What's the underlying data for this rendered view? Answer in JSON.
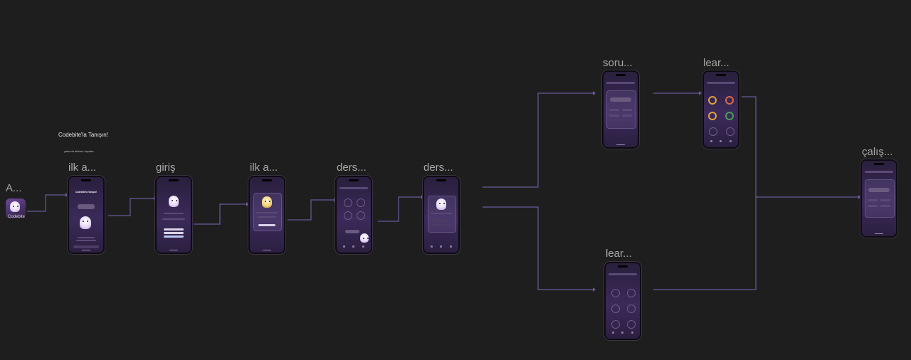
{
  "canvas": {
    "frame_labels": [
      "A...",
      "ilk a...",
      "giriş",
      "ilk a...",
      "ders...",
      "ders...",
      "soru...",
      "lear...",
      "lear...",
      "çalış..."
    ]
  },
  "notes": {
    "heading": "Codebite'la Tanışın!",
    "subtext": "yakında bilinsin hayatta"
  },
  "app_icon": {
    "label": "Codebite"
  },
  "screens": {
    "welcome_title": "Codebite'la Tanışın!"
  },
  "colors": {
    "background": "#1e1e1e",
    "connector": "#6a5a9a",
    "screen_accent": "#3b2a5a"
  }
}
